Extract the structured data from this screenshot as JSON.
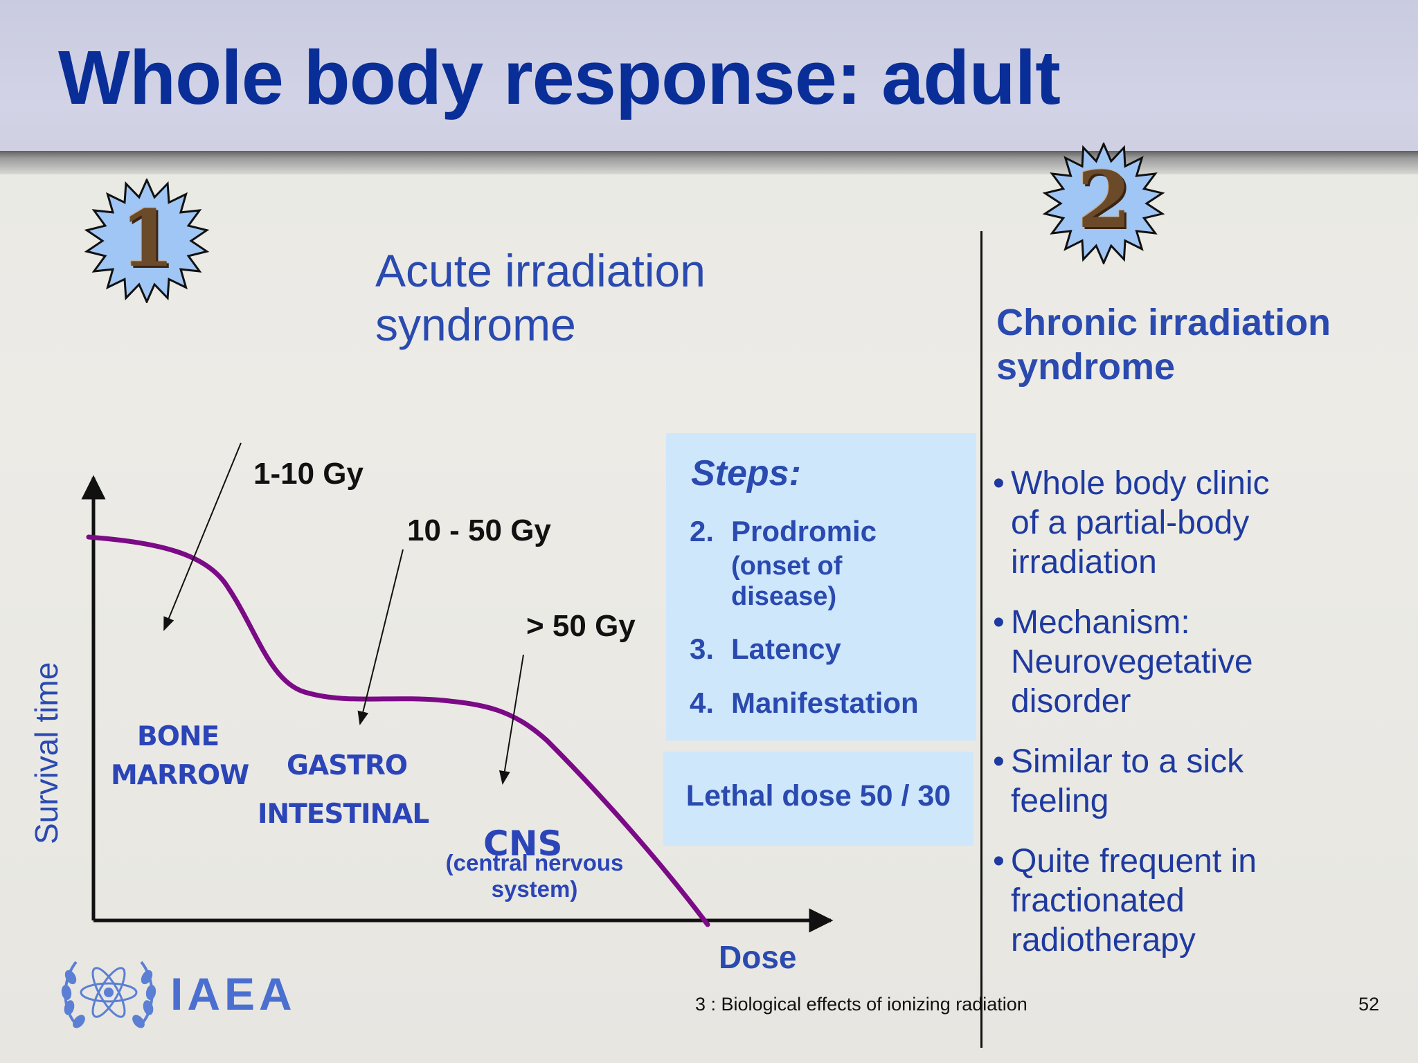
{
  "slide": {
    "title": "Whole body response: adult",
    "badge_1": "1",
    "badge_2": "2"
  },
  "acute": {
    "title_line1": "Acute irradiation",
    "title_line2": "syndrome",
    "y_axis_label": "Survival time",
    "x_axis_label": "Dose",
    "dose_ranges": [
      "1-10 Gy",
      "10 - 50 Gy",
      "> 50 Gy"
    ],
    "organs": {
      "bone_line1": "BONE",
      "bone_line2": "MARROW",
      "gastro_line1": "GASTRO",
      "gastro_line2": "INTESTINAL",
      "cns": "CNS",
      "cns_sub_line1": "(central nervous",
      "cns_sub_line2": "system)"
    },
    "curve_color": "#7b0a86"
  },
  "steps": {
    "title": "Steps:",
    "items": [
      {
        "num": "2.",
        "label": "Prodromic",
        "sub_line1": "(onset of",
        "sub_line2": "disease)"
      },
      {
        "num": "3.",
        "label": "Latency"
      },
      {
        "num": "4.",
        "label": "Manifestation"
      }
    ],
    "lethal": "Lethal dose 50 / 30"
  },
  "chronic": {
    "title_line1": "Chronic irradiation",
    "title_line2": "syndrome",
    "bullets": [
      [
        "Whole body clinic",
        "of a partial-body",
        "irradiation"
      ],
      [
        "Mechanism:",
        "Neurovegetative",
        "disorder"
      ],
      [
        "Similar to a sick",
        "feeling"
      ],
      [
        "Quite frequent in",
        "fractionated",
        "radiotherapy"
      ]
    ]
  },
  "footer": {
    "org": "IAEA",
    "caption": "3 : Biological effects of ionizing radiation",
    "page": "52"
  },
  "colors": {
    "title_blue": "#0a2e98",
    "text_blue": "#2a4ab0",
    "box_blue": "#cfe7fb",
    "badge_blue": "#9fc6f5"
  }
}
